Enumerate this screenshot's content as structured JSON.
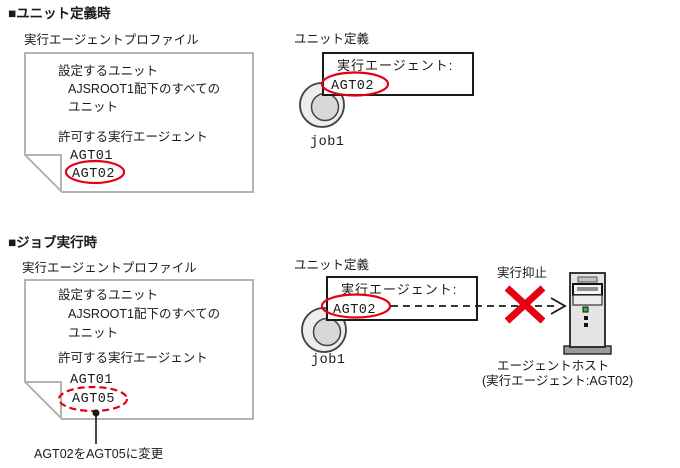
{
  "colors": {
    "annotation_red": "#e60012",
    "document_border": "#b3b3b3",
    "box_border": "#1a1a1a",
    "job_icon_fill": "#ededed",
    "server_fill": "#e4e4e4",
    "led_green": "#33b833"
  },
  "s1": {
    "heading": "■ユニット定義時",
    "profile_title": "実行エージェントプロファイル",
    "doc": {
      "set_label": "設定するユニット",
      "set_value1": "AJSROOT1配下のすべての",
      "set_value2": "ユニット",
      "allow_label": "許可する実行エージェント",
      "agent1": "AGT01",
      "agent2": "AGT02"
    },
    "unitdef_title": "ユニット定義",
    "box_label": "実行エージェント:",
    "box_value": "AGT02",
    "job_label": "job1"
  },
  "s2": {
    "heading": "■ジョブ実行時",
    "profile_title": "実行エージェントプロファイル",
    "doc": {
      "set_label": "設定するユニット",
      "set_value1": "AJSROOT1配下のすべての",
      "set_value2": "ユニット",
      "allow_label": "許可する実行エージェント",
      "agent1": "AGT01",
      "agent2": "AGT05"
    },
    "unitdef_title": "ユニット定義",
    "box_label": "実行エージェント:",
    "box_value": "AGT02",
    "job_label": "job1",
    "change_note": "AGT02をAGT05に変更",
    "suppress_label": "実行抑止",
    "host_line1": "エージェントホスト",
    "host_line2": "(実行エージェント:AGT02)"
  }
}
